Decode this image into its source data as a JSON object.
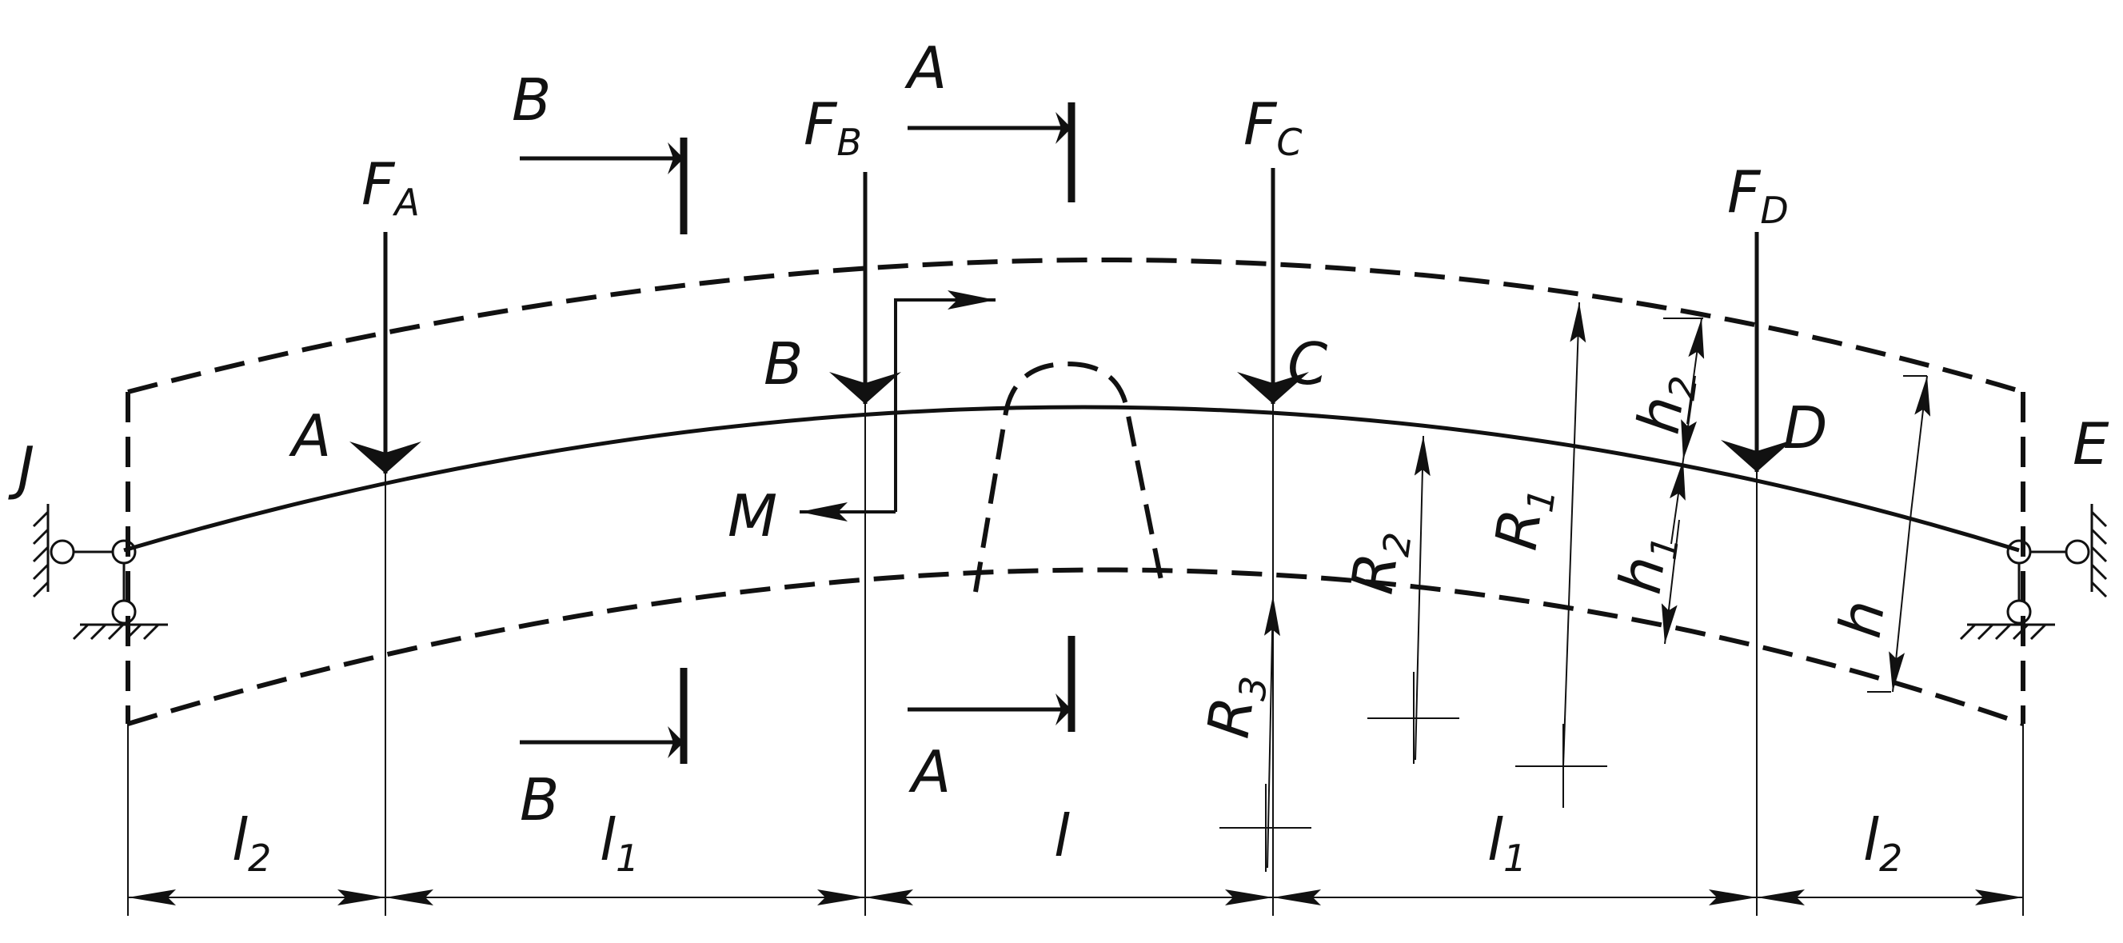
{
  "supports": {
    "left": "J",
    "right": "E"
  },
  "points": {
    "a": "A",
    "b": "B",
    "c": "C",
    "d": "D"
  },
  "forces": {
    "a": {
      "main": "F",
      "sub": "A"
    },
    "b": {
      "main": "F",
      "sub": "B"
    },
    "c": {
      "main": "F",
      "sub": "C"
    },
    "d": {
      "main": "F",
      "sub": "D"
    }
  },
  "moment": "M",
  "sections": {
    "a": "A",
    "b": "B"
  },
  "radii": {
    "r1": {
      "main": "R",
      "sub": "1"
    },
    "r2": {
      "main": "R",
      "sub": "2"
    },
    "r3": {
      "main": "R",
      "sub": "3"
    }
  },
  "heights": {
    "h": "h",
    "h1": {
      "main": "h",
      "sub": "1"
    },
    "h2": {
      "main": "h",
      "sub": "2"
    }
  },
  "spans": {
    "left_outer": {
      "main": "l",
      "sub": "2"
    },
    "left_inner": {
      "main": "l",
      "sub": "1"
    },
    "middle": {
      "main": "l",
      "sub": ""
    },
    "right_inner": {
      "main": "l",
      "sub": "1"
    },
    "right_outer": {
      "main": "l",
      "sub": "2"
    }
  }
}
